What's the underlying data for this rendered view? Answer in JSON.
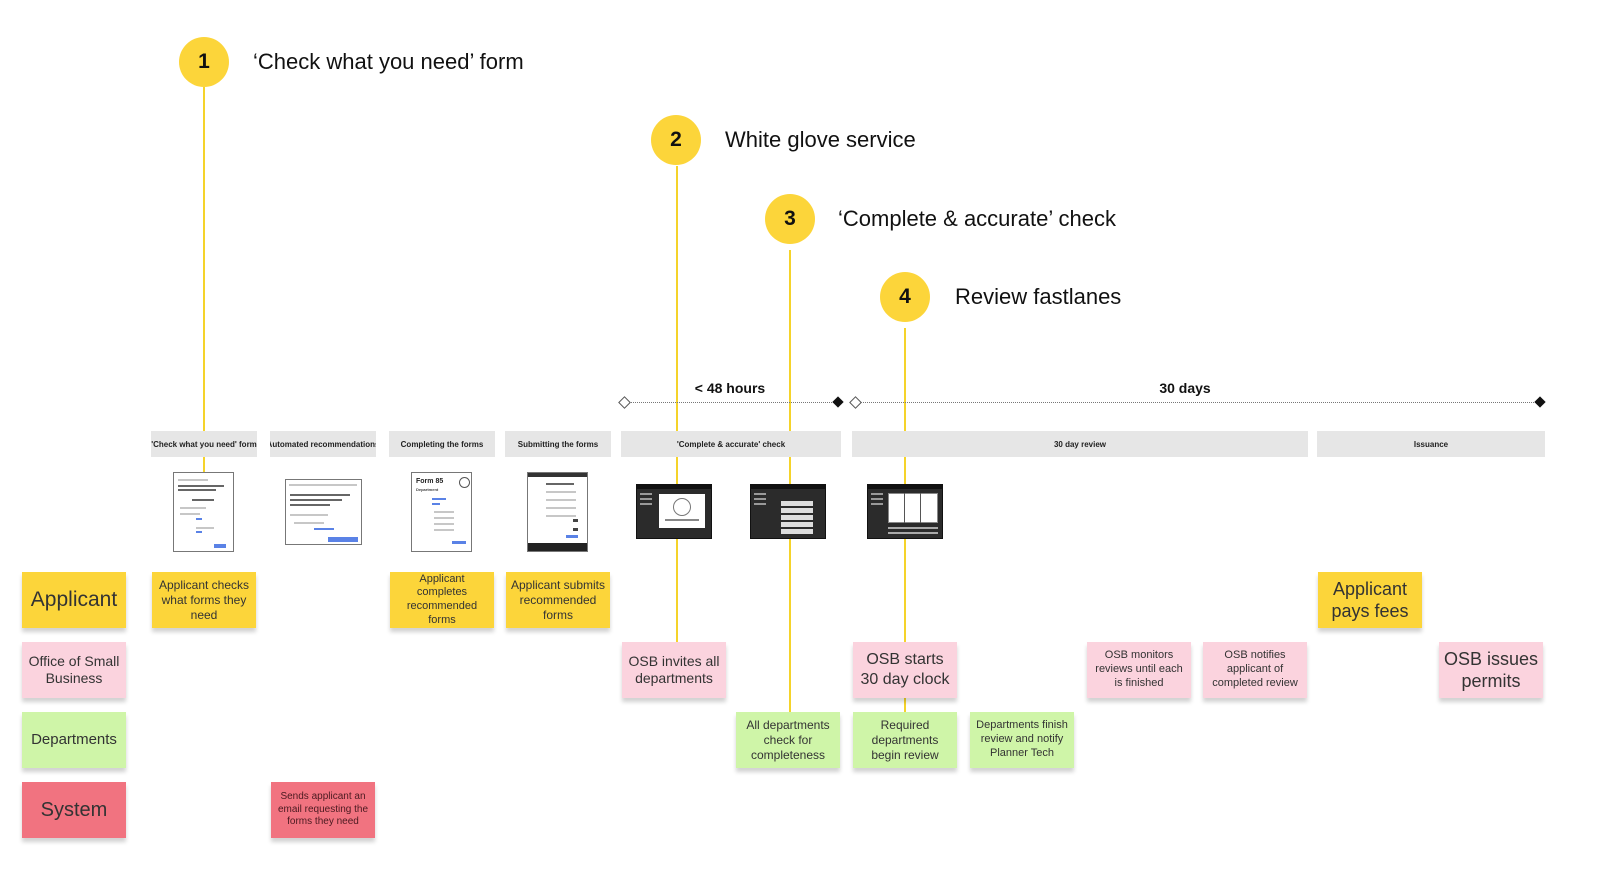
{
  "callouts": [
    {
      "number": "1",
      "label": "‘Check what you need’ form"
    },
    {
      "number": "2",
      "label": "White glove service"
    },
    {
      "number": "3",
      "label": "‘Complete & accurate’ check"
    },
    {
      "number": "4",
      "label": "Review fastlanes"
    }
  ],
  "timeline": {
    "short_label": "< 48 hours",
    "long_label": "30 days"
  },
  "phases": [
    "'Check what you need' form",
    "Automated recommendations",
    "Completing the forms",
    "Submitting the forms",
    "'Complete & accurate' check",
    "30 day review",
    "Issuance"
  ],
  "lanes": [
    "Applicant",
    "Office of Small Business",
    "Departments",
    "System"
  ],
  "stickies": {
    "applicant_checks": "Applicant checks what forms they need",
    "applicant_completes": "Applicant completes recommended forms",
    "applicant_submits": "Applicant submits recommended forms",
    "applicant_pays": "Applicant pays fees",
    "osb_invites": "OSB invites all departments",
    "osb_starts": "OSB starts 30 day clock",
    "osb_monitors": "OSB monitors reviews until each is finished",
    "osb_notifies": "OSB notifies applicant of completed review",
    "osb_issues": "OSB issues permits",
    "dept_check": "All departments check for completeness",
    "dept_begin": "Required departments begin review",
    "dept_finish": "Departments finish review and notify Planner Tech",
    "system_sends": "Sends applicant an email requesting the forms they need"
  },
  "thumbnails": {
    "form85_title": "Form 85",
    "form85_subtitle": "Department"
  },
  "colors": {
    "callout_yellow": "#fcd53a",
    "sticky_yellow": "#fcd53a",
    "sticky_pink": "#fbd3de",
    "sticky_green": "#cff5a8",
    "sticky_red": "#f17380",
    "phase_gray": "#e6e6e6"
  }
}
